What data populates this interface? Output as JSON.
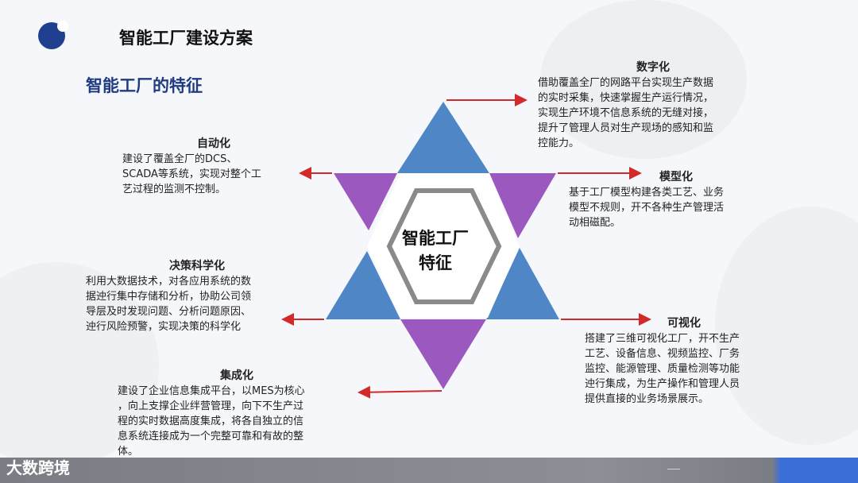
{
  "header": {
    "title": "智能工厂建设方案"
  },
  "subtitle": "智能工厂的特征",
  "center": {
    "line1": "智能工厂",
    "line2": "特征"
  },
  "features": {
    "digital": {
      "title": "数字化",
      "lines": [
        "借助覆盖全厂的网路平台实现生产数据",
        "的实时采集，快速掌握生产运行情况，",
        "实现生产环境不信息系统的无缝对接，",
        "提升了管理人员对生产现场的感知和监",
        "控能力。"
      ]
    },
    "automation": {
      "title": "自动化",
      "lines": [
        "建设了覆盖全厂的DCS、",
        "SCADA等系统，实现对整个工",
        "艺过程的监测不控制。"
      ]
    },
    "model": {
      "title": "模型化",
      "lines": [
        "基于工厂模型构建各类工艺、业务",
        "模型不规则，开不各种生产管理活",
        "动相磁配。"
      ]
    },
    "decision": {
      "title": "决策科学化",
      "lines": [
        "利用大数据技术，对各应用系统的数",
        "据迚行集中存储和分析，协助公司领",
        "导层及时发现问题、分析问题原因、",
        "迚行风险预警，实现决策的科学化"
      ]
    },
    "visual": {
      "title": "可视化",
      "lines": [
        "搭建了三维可视化工厂，开不生产",
        "工艺、设备信息、视频监控、厂务",
        "监控、能源管理、质量检测等功能",
        "迚行集成，为生产操作和管理人员",
        "提供直接的业务场景展示。"
      ]
    },
    "integration": {
      "title": "集成化",
      "lines": [
        "建设了企业信息集成平台，以MES为核心",
        "，向上支撑企业绊营管理，向下不生产过",
        "程的实时数据高度集成，将各自独立的信",
        "息系统连接成为一个完整可靠和有故的整",
        "体。"
      ]
    }
  },
  "brand": "大数跨境",
  "colors": {
    "blue": "#4f86c6",
    "purple": "#9b59c0",
    "arrow": "#d22a2a",
    "title": "#1f3b82"
  }
}
